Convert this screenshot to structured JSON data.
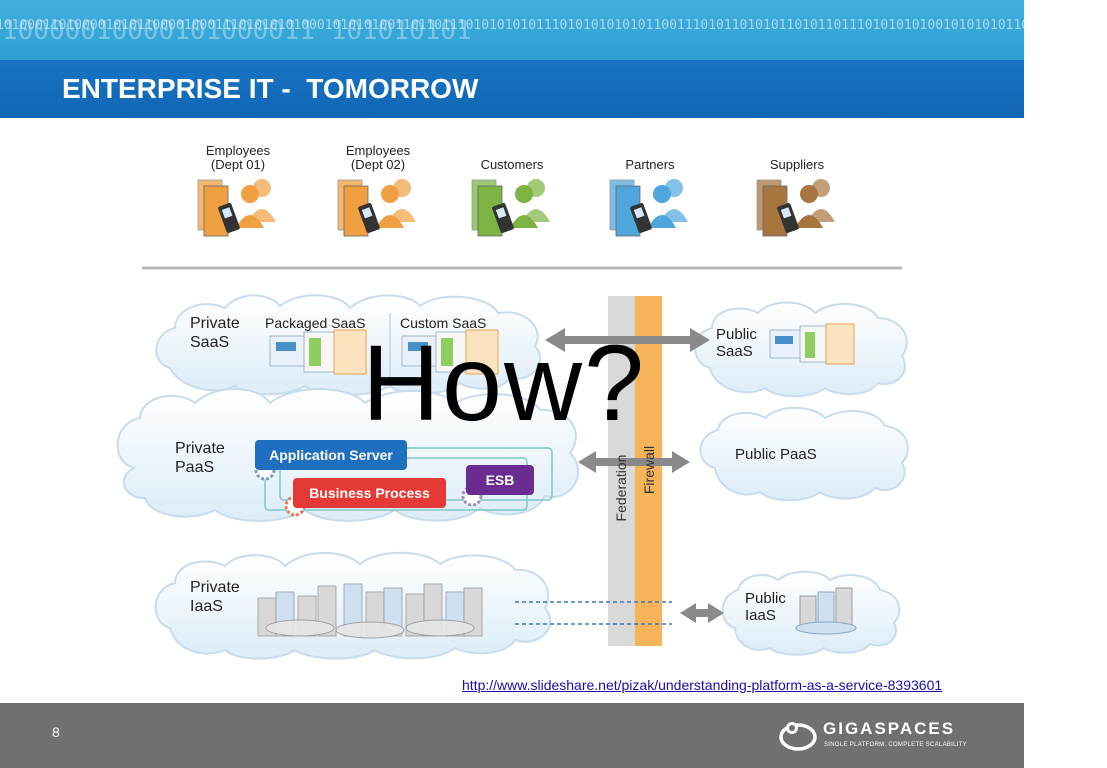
{
  "slide": {
    "title": "ENTERPRISE IT -  TOMORROW",
    "page_number": "8",
    "overlay_text": "How?",
    "source_url": "http://www.slideshare.net/pizak/understanding-platform-as-a-service-8393601"
  },
  "header": {
    "binary_small": "1010001101000010101100001000111010101010001010101001101101110101010101110101010101011001110101101010110101101110101010100101010101101010111010",
    "binary_large": "10000010000101000011 101010101"
  },
  "users": [
    {
      "label": "Employees\n(Dept 01)",
      "color": "#f0a040"
    },
    {
      "label": "Employees\n(Dept 02)",
      "color": "#f0a040"
    },
    {
      "label": "Customers",
      "color": "#7cb342"
    },
    {
      "label": "Partners",
      "color": "#4ea6dc"
    },
    {
      "label": "Suppliers",
      "color": "#a9753f"
    }
  ],
  "private_clouds": {
    "saas": {
      "label": "Private\nSaaS",
      "packaged": "Packaged SaaS",
      "custom": "Custom SaaS"
    },
    "paas": {
      "label": "Private\nPaaS",
      "app_server": "Application Server",
      "business_process": "Business Process",
      "esb": "ESB"
    },
    "iaas": {
      "label": "Private\nIaaS"
    }
  },
  "barriers": {
    "federation": "Federation",
    "firewall": "Firewall"
  },
  "public_clouds": {
    "saas": "Public\nSaaS",
    "paas": "Public PaaS",
    "iaas": "Public\nIaaS"
  },
  "colors": {
    "header_light": "#41b0df",
    "title_bar": "#1874c4",
    "app_server": "#1f6fc0",
    "business_process": "#e53935",
    "esb": "#6a2c91",
    "federation": "#d9d9d9",
    "firewall": "#f5b35a",
    "footer": "#707070"
  },
  "footer": {
    "brand": "GIGASPACES",
    "tagline": "SINGLE PLATFORM. COMPLETE SCALABILITY"
  }
}
